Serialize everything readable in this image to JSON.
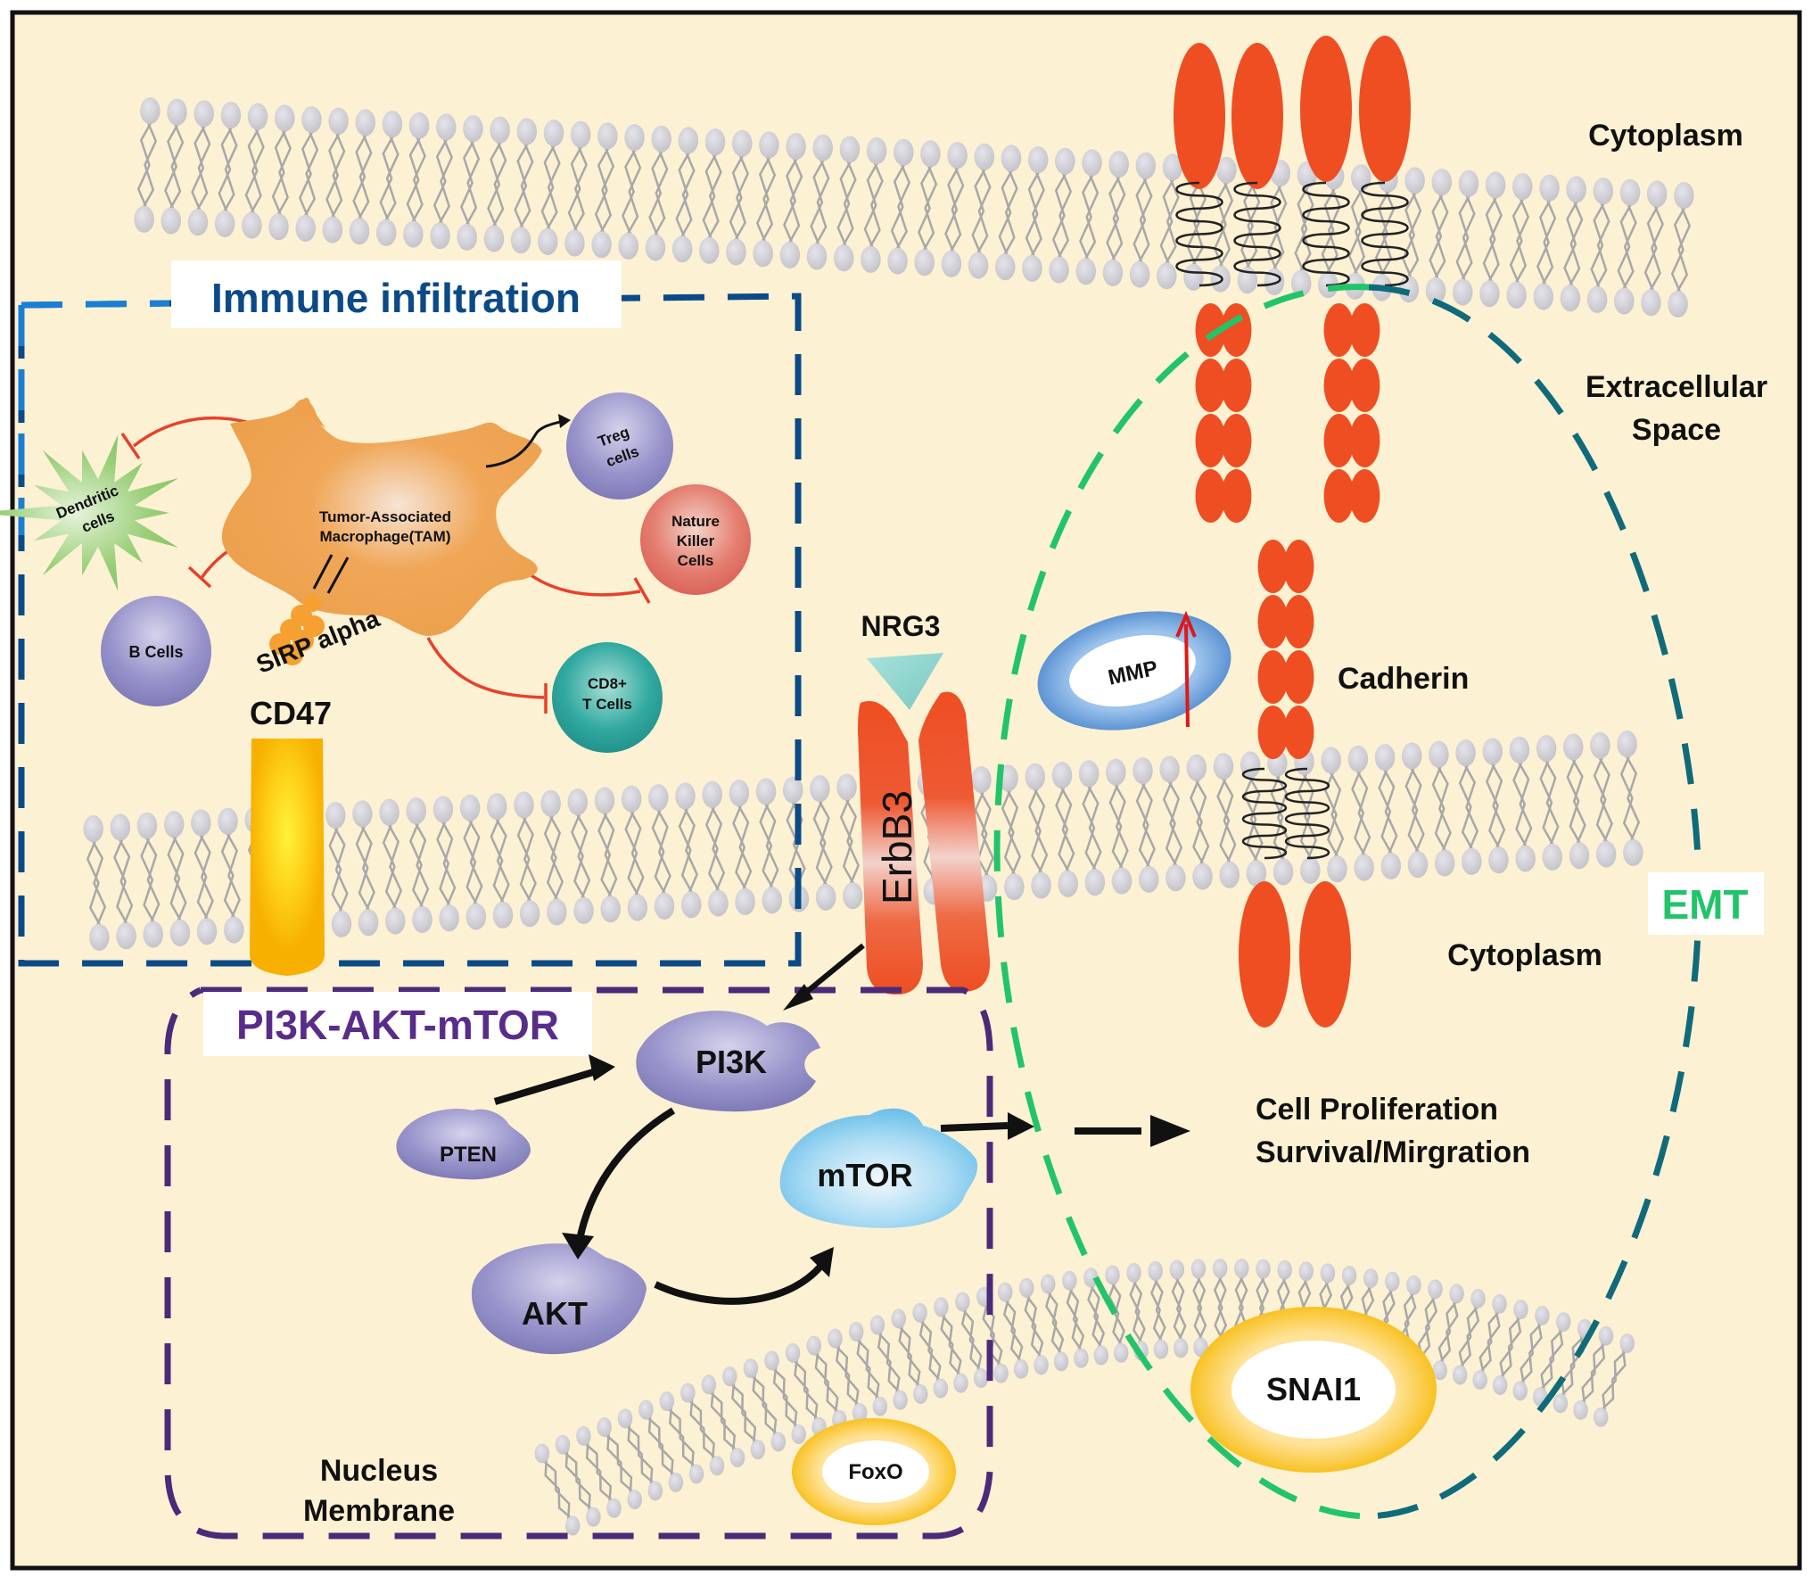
{
  "diagram": {
    "title": "NRG3/ErbB3 signaling pathway schematic",
    "background_color": "#FDF1D3",
    "frame_color": "#111111",
    "regions": {
      "immune_box": {
        "label": "Immune infiltration",
        "color": "#0B4A86",
        "accent": "#1A7FD4"
      },
      "pi3k_box": {
        "label": "PI3K-AKT-mTOR",
        "color": "#4B2A7A",
        "accent": "#7B3FB8"
      },
      "emt_box": {
        "label": "EMT",
        "color": "#22C46A",
        "accent": "#0F6B7A"
      }
    },
    "compartment_labels": {
      "top_cytoplasm": "Cytoplasm",
      "extracellular": [
        "Extracellular",
        "Space"
      ],
      "lower_cytoplasm": "Cytoplasm",
      "nucleus_membrane": [
        "Nucleus",
        "Membrane"
      ]
    },
    "immune_cells": {
      "tam": [
        "Tumor-Associated",
        "Macrophage(TAM)"
      ],
      "dendritic": [
        "Dendritic",
        "cells"
      ],
      "treg": [
        "Treg",
        "cells"
      ],
      "nk": [
        "Nature",
        "Killer",
        "Cells"
      ],
      "b_cells": "B Cells",
      "cd8": [
        "CD8+",
        "T Cells"
      ]
    },
    "molecules": {
      "sirp": "SIRP alpha",
      "cd47": "CD47",
      "nrg3": "NRG3",
      "erbb3": "ErbB3",
      "mmp": "MMP",
      "cadherin": "Cadherin",
      "pi3k": "PI3K",
      "pten": "PTEN",
      "akt": "AKT",
      "mtor": "mTOR",
      "foxo": "FoxO",
      "snai1": "SNAI1"
    },
    "outcome": [
      "Cell Proliferation",
      "Survival/Mirgration"
    ],
    "colors": {
      "lipid_head": "#C9C9CF",
      "lipid_tail": "#A8A8A8",
      "protein_red": "#EE4E22",
      "tam_orange": "#EFA04A",
      "dendritic_green": "#8CC56A",
      "cell_purple": "#8F8CC4",
      "nk_red": "#E07060",
      "cd8_teal": "#2AA39B",
      "mtor_blue": "#7FC8EE",
      "mmp_blue": "#5592D6",
      "gold": "#F6B800",
      "inhibit_red": "#E8402A",
      "nrg3_teal": "#8FD4CF"
    },
    "relations": [
      {
        "from": "TAM",
        "to": "Dendritic cells",
        "type": "inhibits"
      },
      {
        "from": "TAM",
        "to": "B Cells",
        "type": "inhibits"
      },
      {
        "from": "TAM",
        "to": "Nature Killer Cells",
        "type": "inhibits"
      },
      {
        "from": "TAM",
        "to": "CD8+ T Cells",
        "type": "inhibits"
      },
      {
        "from": "TAM",
        "to": "Treg cells",
        "type": "activates"
      },
      {
        "from": "ErbB3",
        "to": "PI3K",
        "type": "activates"
      },
      {
        "from": "PTEN",
        "to": "PI3K",
        "type": "activates"
      },
      {
        "from": "PI3K",
        "to": "AKT",
        "type": "activates"
      },
      {
        "from": "AKT",
        "to": "mTOR",
        "type": "activates"
      },
      {
        "from": "mTOR",
        "to": "Cell Proliferation Survival/Mirgration",
        "type": "activates"
      },
      {
        "from": "MMP",
        "to": "",
        "type": "upregulated"
      }
    ]
  }
}
